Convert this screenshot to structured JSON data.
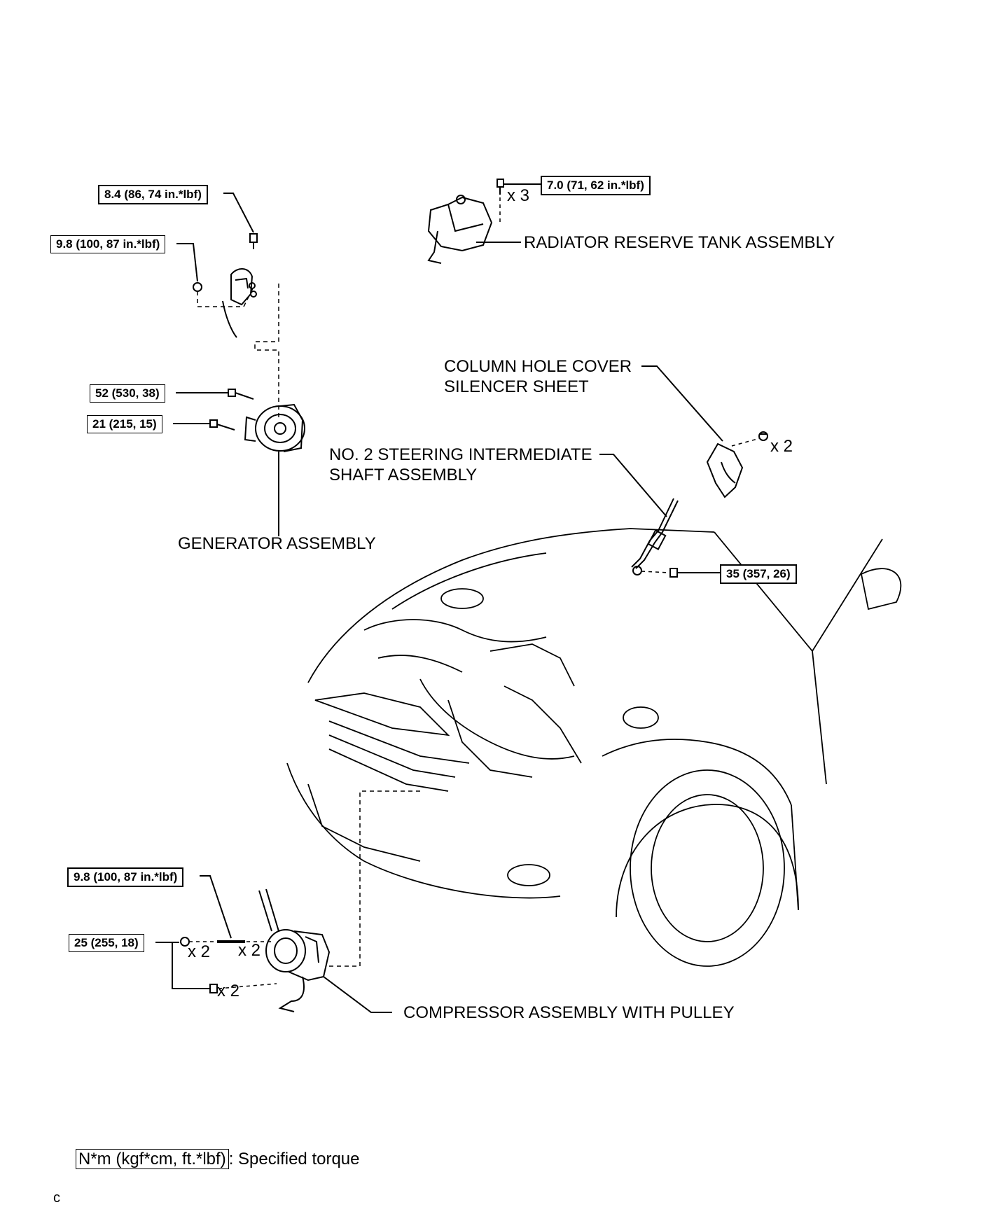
{
  "torques": {
    "generator_top_bolt": "8.4 (86, 74 in.*lbf)",
    "generator_nut": "9.8 (100, 87 in.*lbf)",
    "generator_upper_bolt": "52 (530, 38)",
    "generator_lower_bolt": "21 (215, 15)",
    "reserve_tank_bolt": "7.0 (71, 62 in.*lbf)",
    "steering_shaft_bolt": "35 (357, 26)",
    "compressor_stud": "9.8 (100, 87 in.*lbf)",
    "compressor_bolt": "25 (255, 18)"
  },
  "quantities": {
    "reserve_tank": "x 3",
    "column_cover": "x 2",
    "compressor_nut": "x 2",
    "compressor_stud": "x 2",
    "compressor_bolt": "x 2"
  },
  "callouts": {
    "reserve_tank": "RADIATOR RESERVE TANK ASSEMBLY",
    "column_cover_line1": "COLUMN HOLE COVER",
    "column_cover_line2": "SILENCER SHEET",
    "steering_shaft_line1": "NO. 2 STEERING INTERMEDIATE",
    "steering_shaft_line2": "SHAFT ASSEMBLY",
    "generator": "GENERATOR ASSEMBLY",
    "compressor": "COMPRESSOR ASSEMBLY WITH PULLEY"
  },
  "legend": {
    "unit_box": "N*m (kgf*cm, ft.*lbf)",
    "description": ": Specified torque"
  },
  "corner_letter": "c"
}
